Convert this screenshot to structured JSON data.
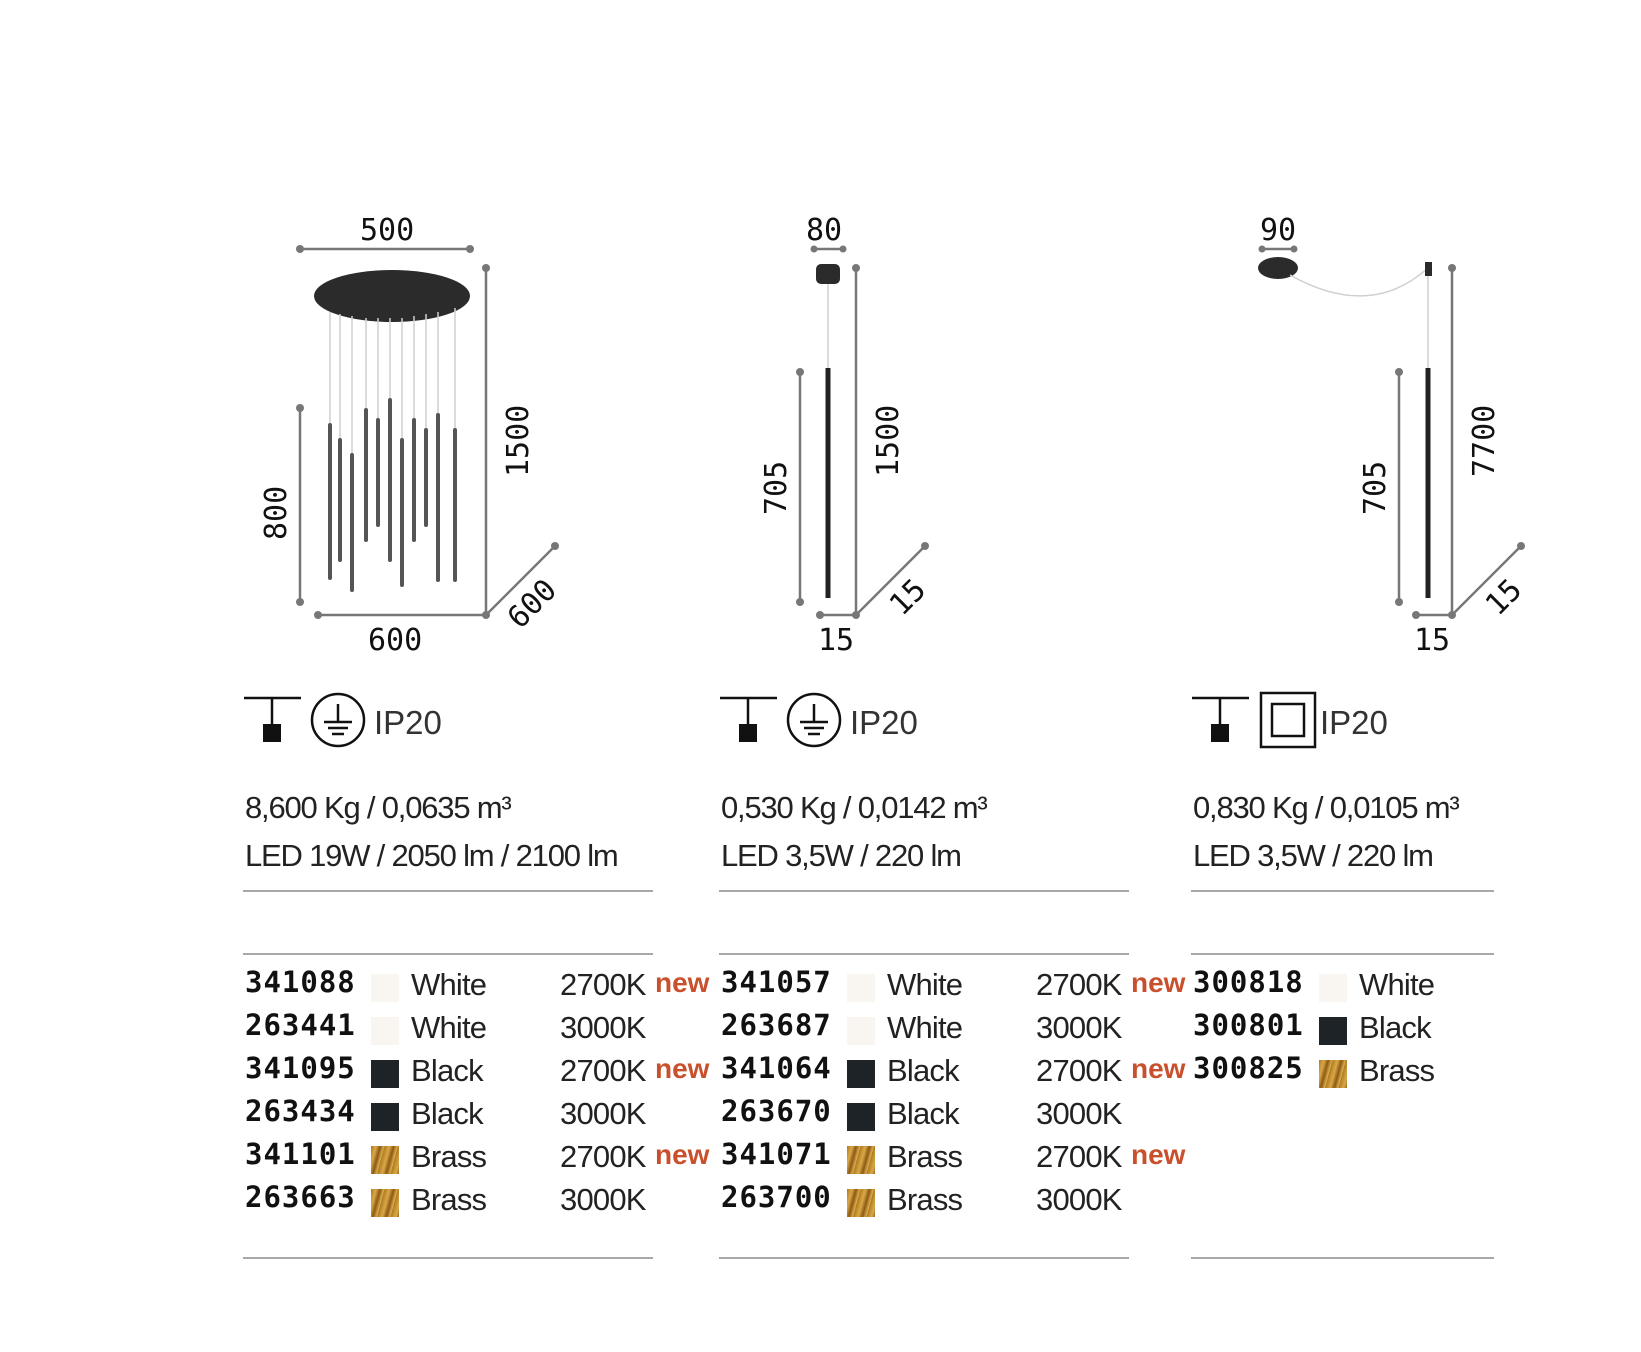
{
  "products": [
    {
      "dims": {
        "top": "500",
        "height": "1500",
        "tube": "800",
        "base": "600",
        "depth": "600"
      },
      "ip": "IP20",
      "weight": "8,600 Kg / 0,0635 m³",
      "led": "LED 19W / 2050 lm / 2100 lm",
      "items": [
        {
          "code": "341088",
          "swatch": "white",
          "color": "White",
          "temp": "2700K",
          "new": "new"
        },
        {
          "code": "263441",
          "swatch": "white",
          "color": "White",
          "temp": "3000K",
          "new": ""
        },
        {
          "code": "341095",
          "swatch": "black",
          "color": "Black",
          "temp": "2700K",
          "new": "new"
        },
        {
          "code": "263434",
          "swatch": "black",
          "color": "Black",
          "temp": "3000K",
          "new": ""
        },
        {
          "code": "341101",
          "swatch": "brass",
          "color": "Brass",
          "temp": "2700K",
          "new": "new"
        },
        {
          "code": "263663",
          "swatch": "brass",
          "color": "Brass",
          "temp": "3000K",
          "new": ""
        }
      ]
    },
    {
      "dims": {
        "top": "80",
        "height": "1500",
        "tube": "705",
        "base": "15",
        "depth": "15"
      },
      "ip": "IP20",
      "weight": "0,530 Kg / 0,0142 m³",
      "led": "LED 3,5W / 220 lm",
      "items": [
        {
          "code": "341057",
          "swatch": "white",
          "color": "White",
          "temp": "2700K",
          "new": "new"
        },
        {
          "code": "263687",
          "swatch": "white",
          "color": "White",
          "temp": "3000K",
          "new": ""
        },
        {
          "code": "341064",
          "swatch": "black",
          "color": "Black",
          "temp": "2700K",
          "new": "new"
        },
        {
          "code": "263670",
          "swatch": "black",
          "color": "Black",
          "temp": "3000K",
          "new": ""
        },
        {
          "code": "341071",
          "swatch": "brass",
          "color": "Brass",
          "temp": "2700K",
          "new": "new"
        },
        {
          "code": "263700",
          "swatch": "brass",
          "color": "Brass",
          "temp": "3000K",
          "new": ""
        }
      ]
    },
    {
      "dims": {
        "top": "90",
        "height": "7700",
        "tube": "705",
        "base": "15",
        "depth": "15"
      },
      "ip": "IP20",
      "weight": "0,830 Kg / 0,0105 m³",
      "led": "LED 3,5W / 220 lm",
      "items": [
        {
          "code": "300818",
          "swatch": "white",
          "color": "White",
          "temp": "",
          "new": ""
        },
        {
          "code": "300801",
          "swatch": "black",
          "color": "Black",
          "temp": "",
          "new": ""
        },
        {
          "code": "300825",
          "swatch": "brass",
          "color": "Brass",
          "temp": "",
          "new": ""
        }
      ]
    }
  ],
  "colors": {
    "new_tag": "#c9502c",
    "rule": "#a8a8a8",
    "black_finish": "#1d2326",
    "white_finish": "#f9f6f2",
    "brass_finish": "#c89236"
  }
}
